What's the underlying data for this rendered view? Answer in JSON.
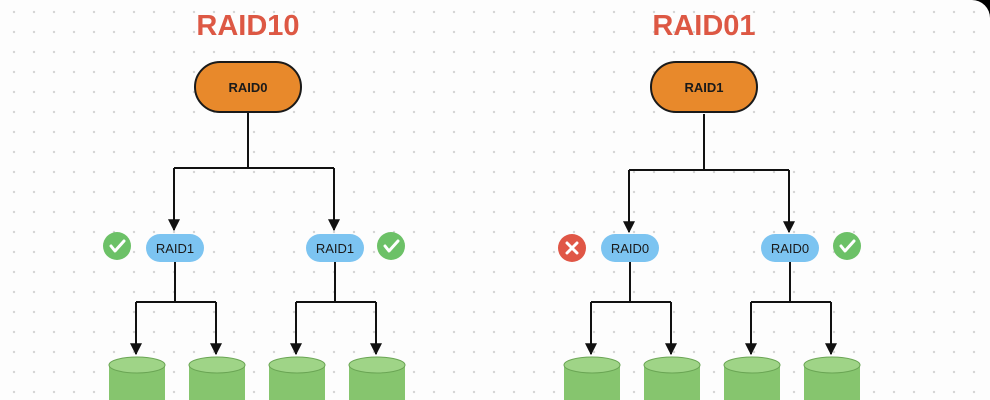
{
  "titles": {
    "left": "RAID10",
    "right": "RAID01"
  },
  "left": {
    "top_label": "RAID0",
    "child_left_label": "RAID1",
    "child_right_label": "RAID1",
    "child_left_status": "check",
    "child_right_status": "check"
  },
  "right": {
    "top_label": "RAID1",
    "child_left_label": "RAID0",
    "child_right_label": "RAID0",
    "child_left_status": "cross",
    "child_right_status": "check"
  },
  "colors": {
    "title": "#dd5844",
    "top_node": "#e8892b",
    "child_node": "#7cc4f1",
    "disk": "#86c56e",
    "check": "#6cc167",
    "cross": "#e05646"
  }
}
